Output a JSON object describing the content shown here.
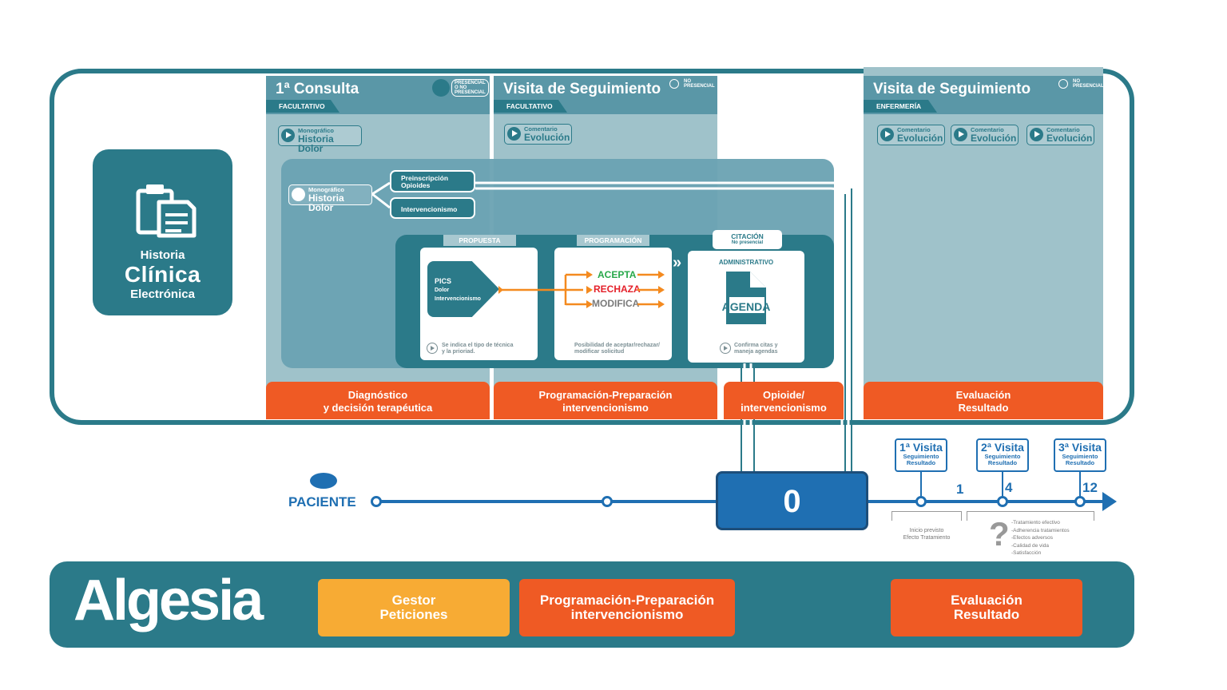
{
  "hce": {
    "line1": "Historia",
    "line2": "Clínica",
    "line3": "Electrónica",
    "icon": "clipboard-document-icon"
  },
  "columns": [
    {
      "title": "1ª Consulta",
      "role": "FACULTATIVO",
      "badge": "PRESENCIAL\nO NO\nPRESENCIAL",
      "chips": [
        {
          "small": "Monográfico",
          "big": "Historia Dolor"
        }
      ]
    },
    {
      "title": "Visita de Seguimiento",
      "role": "FACULTATIVO",
      "badge": "NO\nPRESENCIAL",
      "chips": [
        {
          "small": "Comentario",
          "big": "Evolución"
        }
      ]
    },
    {
      "title": "Visita de Seguimiento",
      "role": "ENFERMERÍA",
      "badge": "NO\nPRESENCIAL",
      "chips": [
        {
          "small": "Comentario",
          "big": "Evolución"
        },
        {
          "small": "Comentario",
          "big": "Evolución"
        },
        {
          "small": "Comentario",
          "big": "Evolución"
        }
      ]
    }
  ],
  "panel": {
    "chip": {
      "small": "Monográfico",
      "big": "Historia Dolor"
    },
    "preinscripcion": "Preinscripción\nOpioides",
    "intervencionismo": "Intervencionismo",
    "tabs": {
      "propuesta": "PROPUESTA",
      "programacion": "PROGRAMACIÓN",
      "citacion": "CITACIÓN",
      "citacion_sub": "No presencial"
    },
    "pics": {
      "l1": "PICS",
      "l2": "Dolor",
      "l3": "Intervencionismo"
    },
    "note1": "Se indica el tipo de técnica\ny la prioriad.",
    "options": [
      {
        "label": "ACEPTA",
        "color": "#27a84a"
      },
      {
        "label": "RECHAZA",
        "color": "#e4202a"
      },
      {
        "label": "MODIFICA",
        "color": "#7a7a7a"
      }
    ],
    "note2": "Posibilidad de aceptar/rechazar/\nmodificar solicitud",
    "admin": "ADMINISTRATIVO",
    "agenda": "AGENDA",
    "note3": "Confirma citas y\nmaneja agendas"
  },
  "phases": {
    "p1": "Diagnóstico\ny decisión terapéutica",
    "p2": "Programación-Preparación\nintervencionismo",
    "p3": "Opioide/\nintervencionismo",
    "p4": "Evaluación\nResultado"
  },
  "timeline": {
    "paciente": "PACIENTE",
    "zero": "0",
    "visits": [
      {
        "title": "1ª Visita",
        "sub": "Seguimiento\nResultado",
        "month": "1"
      },
      {
        "title": "2ª Visita",
        "sub": "Seguimiento\nResultado",
        "month": "4"
      },
      {
        "title": "3ª Visita",
        "sub": "Seguimiento\nResultado",
        "month": "12"
      }
    ],
    "inicio": "Inicio previsto\nEfecto Tratamiento",
    "question": "?",
    "outcomes": "-Tratamiento efectivo\n-Adherencia tratamientos\n-Efectos adversos\n-Calidad de vida\n-Satisfacción"
  },
  "bottom": {
    "logo": "Algesia",
    "gestor": "Gestor\nPeticiones",
    "programacion": "Programación-Preparación\nintervencionismo",
    "evaluacion": "Evaluación\nResultado",
    "colors": {
      "gestor": "#f7ab34",
      "orange": "#ef5a24",
      "bar": "#2b7a89"
    }
  }
}
